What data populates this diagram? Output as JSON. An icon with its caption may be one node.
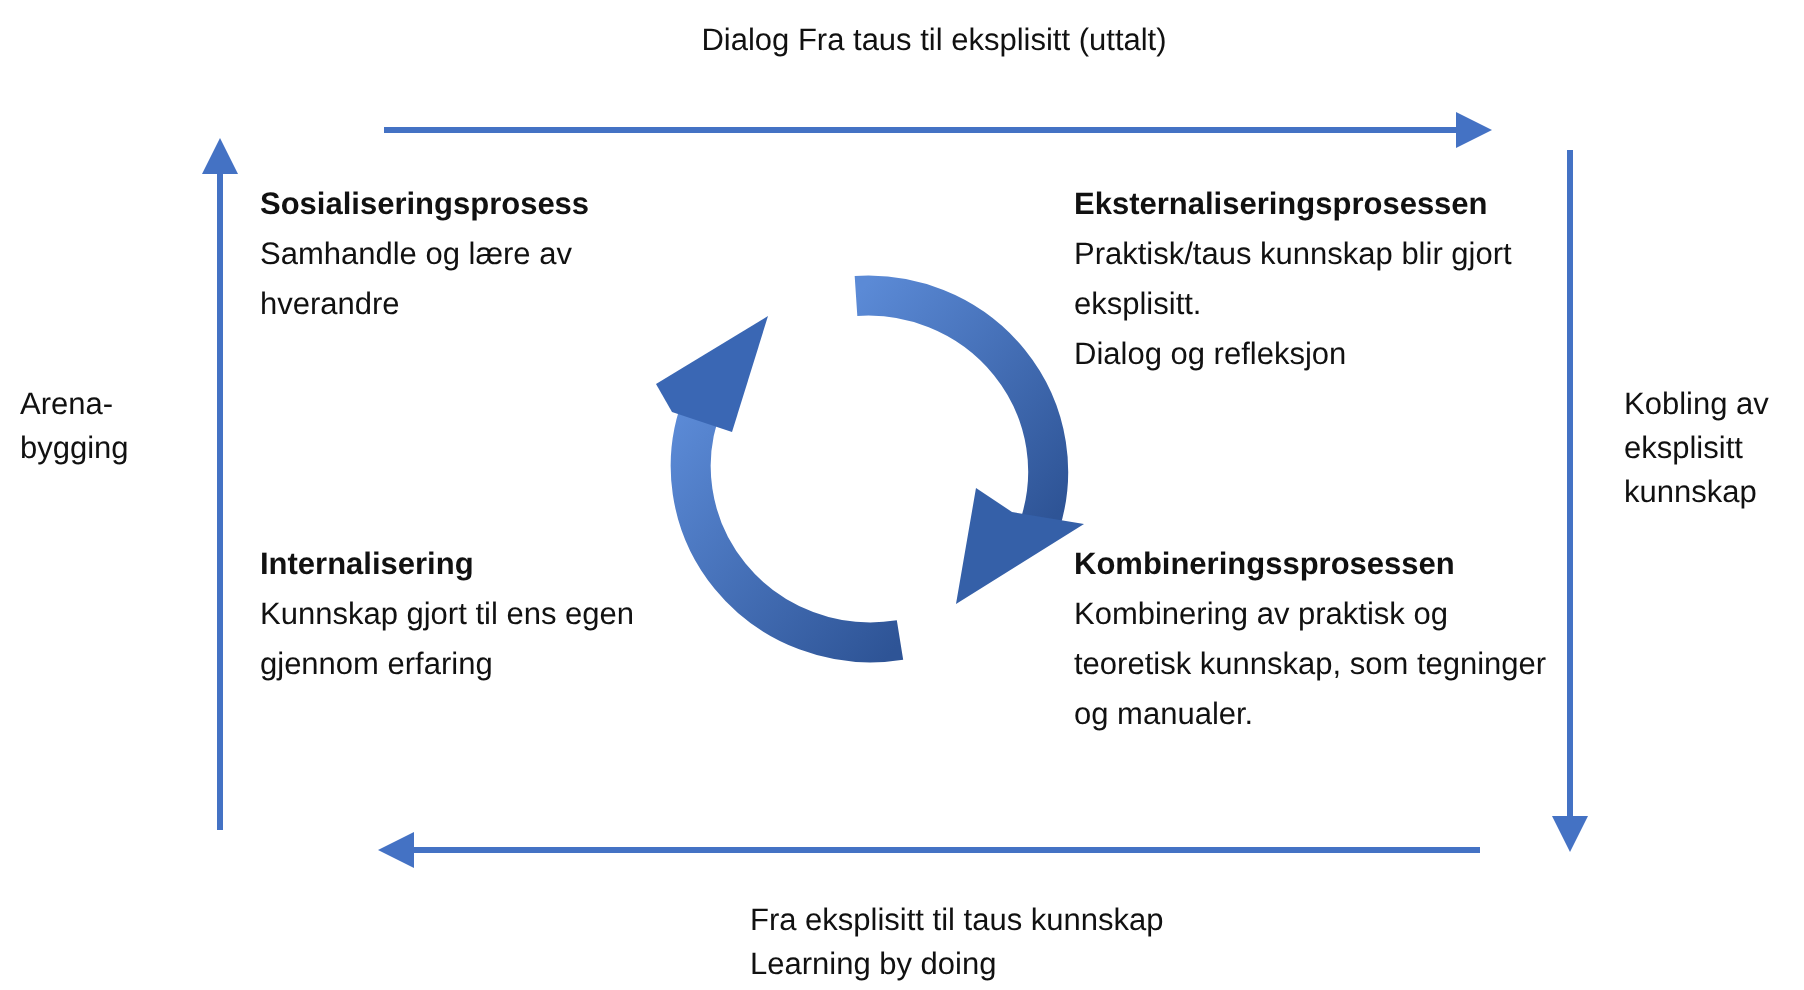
{
  "diagram": {
    "nodes": [
      {
        "text": [
          "Sosialiseringsprosess",
          "Samhandle og lære av hverandre"
        ]
      },
      {
        "text": [
          "Eksternaliseringsprosessen",
          "Praktisk/taus kunnskap blir gjort eksplisitt.",
          "Dialog og refleksjon"
        ]
      },
      {
        "text": [
          "Kombineringssprosessen",
          "Kombinering av praktisk og teoretisk kunnskap, som tegninger og manualer."
        ]
      },
      {
        "text": [
          "Internalisering",
          "Kunnskap gjort til ens egen gjennom erfaring"
        ]
      }
    ],
    "edges": [
      {
        "from": 0,
        "to": 1,
        "arrow": "to",
        "label": "Dialog Fra taus til eksplisitt (uttalt)"
      },
      {
        "from": 1,
        "to": 2,
        "arrow": "to",
        "label": "Kobling av eksplisitt kunnskap"
      },
      {
        "from": 2,
        "to": 3,
        "arrow": "to",
        "label": "Fra eksplisitt til taus kunnskap Learning by doing"
      },
      {
        "from": 3,
        "to": 0,
        "arrow": "to",
        "label": "Arena-bygging"
      }
    ]
  }
}
